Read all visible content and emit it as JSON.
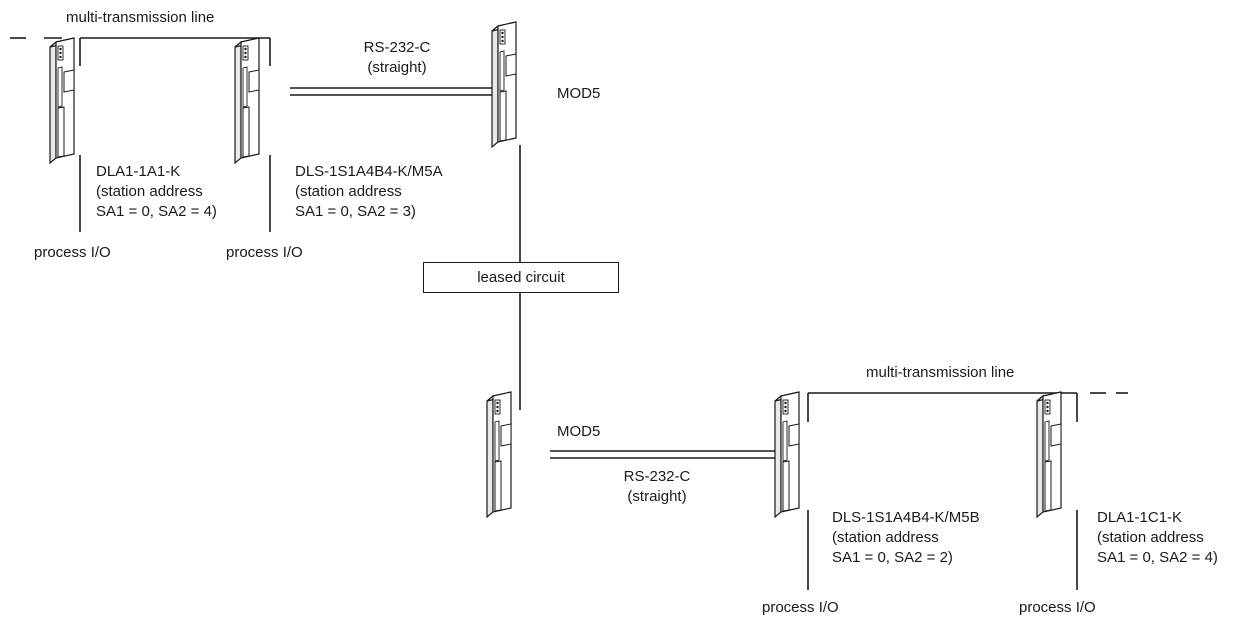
{
  "labels": {
    "multi_line_top": "multi-transmission line",
    "multi_line_bottom": "multi-transmission line",
    "rs232_top": "RS-232-C",
    "straight_top": "(straight)",
    "rs232_bottom": "RS-232-C",
    "straight_bottom": "(straight)",
    "mod5_top": "MOD5",
    "mod5_bottom": "MOD5",
    "leased_circuit": "leased circuit"
  },
  "devices": {
    "dla1_1a1": {
      "model": "DLA1-1A1-K",
      "addr_label": "(station address",
      "addr": "SA1 = 0, SA2 = 4)",
      "io": "process I/O"
    },
    "dls_m5a": {
      "model": "DLS-1S1A4B4-K/M5A",
      "addr_label": "(station address",
      "addr": "SA1 = 0, SA2 = 3)",
      "io": "process I/O"
    },
    "dls_m5b": {
      "model": "DLS-1S1A4B4-K/M5B",
      "addr_label": "(station address",
      "addr": "SA1 = 0, SA2 = 2)",
      "io": "process I/O"
    },
    "dla1_1c1": {
      "model": "DLA1-1C1-K",
      "addr_label": "(station address",
      "addr": "SA1 = 0, SA2 = 4)",
      "io": "process I/O"
    }
  },
  "colors": {
    "line": "#1a1a1a",
    "background": "#ffffff"
  }
}
